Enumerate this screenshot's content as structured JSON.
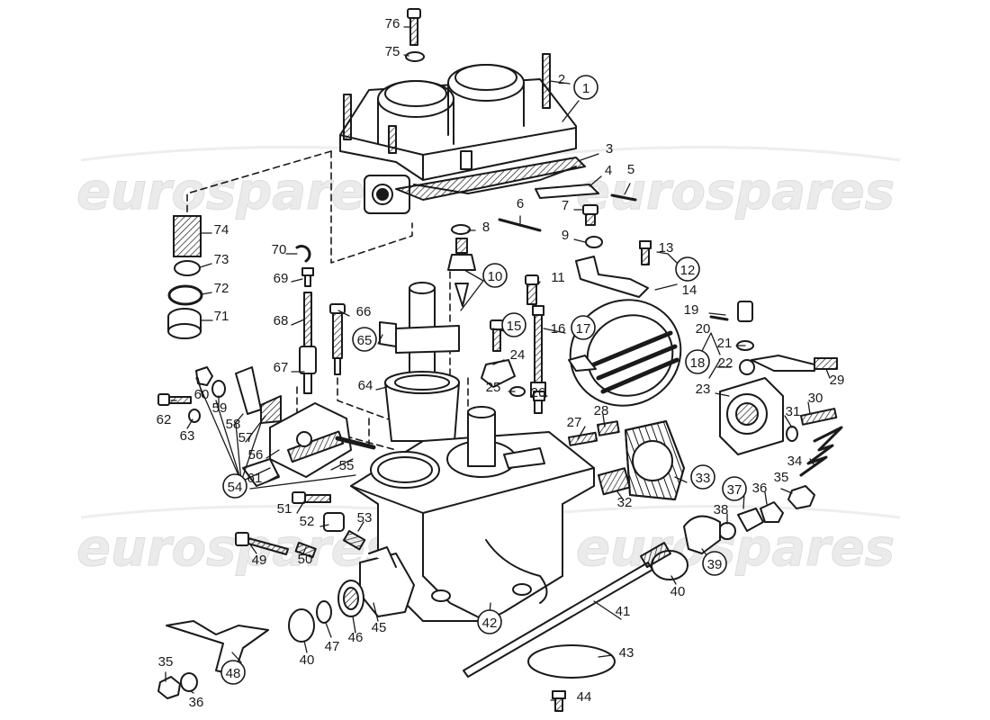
{
  "watermark": {
    "text": "eurospares",
    "color": "#e6e6e6"
  },
  "colors": {
    "ink": "#1a1a1a",
    "paper": "#ffffff"
  },
  "callouts": [
    {
      "n": "76",
      "c": false
    },
    {
      "n": "75",
      "c": false
    },
    {
      "n": "2",
      "c": false
    },
    {
      "n": "1",
      "c": true
    },
    {
      "n": "3",
      "c": false
    },
    {
      "n": "4",
      "c": false
    },
    {
      "n": "5",
      "c": false
    },
    {
      "n": "6",
      "c": false
    },
    {
      "n": "7",
      "c": false
    },
    {
      "n": "8",
      "c": false
    },
    {
      "n": "9",
      "c": false
    },
    {
      "n": "74",
      "c": false
    },
    {
      "n": "70",
      "c": false
    },
    {
      "n": "73",
      "c": false
    },
    {
      "n": "13",
      "c": false
    },
    {
      "n": "12",
      "c": true
    },
    {
      "n": "10",
      "c": true
    },
    {
      "n": "72",
      "c": false
    },
    {
      "n": "69",
      "c": false
    },
    {
      "n": "11",
      "c": false
    },
    {
      "n": "14",
      "c": false
    },
    {
      "n": "71",
      "c": false
    },
    {
      "n": "66",
      "c": false
    },
    {
      "n": "68",
      "c": false
    },
    {
      "n": "65",
      "c": true
    },
    {
      "n": "15",
      "c": true
    },
    {
      "n": "16",
      "c": false
    },
    {
      "n": "17",
      "c": true
    },
    {
      "n": "19",
      "c": false
    },
    {
      "n": "20",
      "c": false
    },
    {
      "n": "21",
      "c": false
    },
    {
      "n": "18",
      "c": true
    },
    {
      "n": "22",
      "c": false
    },
    {
      "n": "24",
      "c": false
    },
    {
      "n": "67",
      "c": false
    },
    {
      "n": "29",
      "c": false
    },
    {
      "n": "64",
      "c": false
    },
    {
      "n": "25",
      "c": false
    },
    {
      "n": "26",
      "c": false
    },
    {
      "n": "23",
      "c": false
    },
    {
      "n": "30",
      "c": false
    },
    {
      "n": "60",
      "c": false
    },
    {
      "n": "59",
      "c": false
    },
    {
      "n": "58",
      "c": false
    },
    {
      "n": "62",
      "c": false
    },
    {
      "n": "31",
      "c": false
    },
    {
      "n": "63",
      "c": false
    },
    {
      "n": "27",
      "c": false
    },
    {
      "n": "28",
      "c": false
    },
    {
      "n": "57",
      "c": false
    },
    {
      "n": "56",
      "c": false
    },
    {
      "n": "34",
      "c": false
    },
    {
      "n": "55",
      "c": false
    },
    {
      "n": "61",
      "c": false
    },
    {
      "n": "33",
      "c": true
    },
    {
      "n": "54",
      "c": true
    },
    {
      "n": "35",
      "c": false
    },
    {
      "n": "37",
      "c": true
    },
    {
      "n": "36",
      "c": false
    },
    {
      "n": "32",
      "c": false
    },
    {
      "n": "51",
      "c": false
    },
    {
      "n": "38",
      "c": false
    },
    {
      "n": "53",
      "c": false
    },
    {
      "n": "52",
      "c": false
    },
    {
      "n": "49",
      "c": false
    },
    {
      "n": "50",
      "c": false
    },
    {
      "n": "39",
      "c": true
    },
    {
      "n": "40",
      "c": false
    },
    {
      "n": "41",
      "c": false
    },
    {
      "n": "45",
      "c": false
    },
    {
      "n": "42",
      "c": true
    },
    {
      "n": "46",
      "c": false
    },
    {
      "n": "47",
      "c": false
    },
    {
      "n": "40",
      "c": false
    },
    {
      "n": "43",
      "c": false
    },
    {
      "n": "48",
      "c": true
    },
    {
      "n": "35",
      "c": false
    },
    {
      "n": "36",
      "c": false
    },
    {
      "n": "44",
      "c": false
    }
  ]
}
